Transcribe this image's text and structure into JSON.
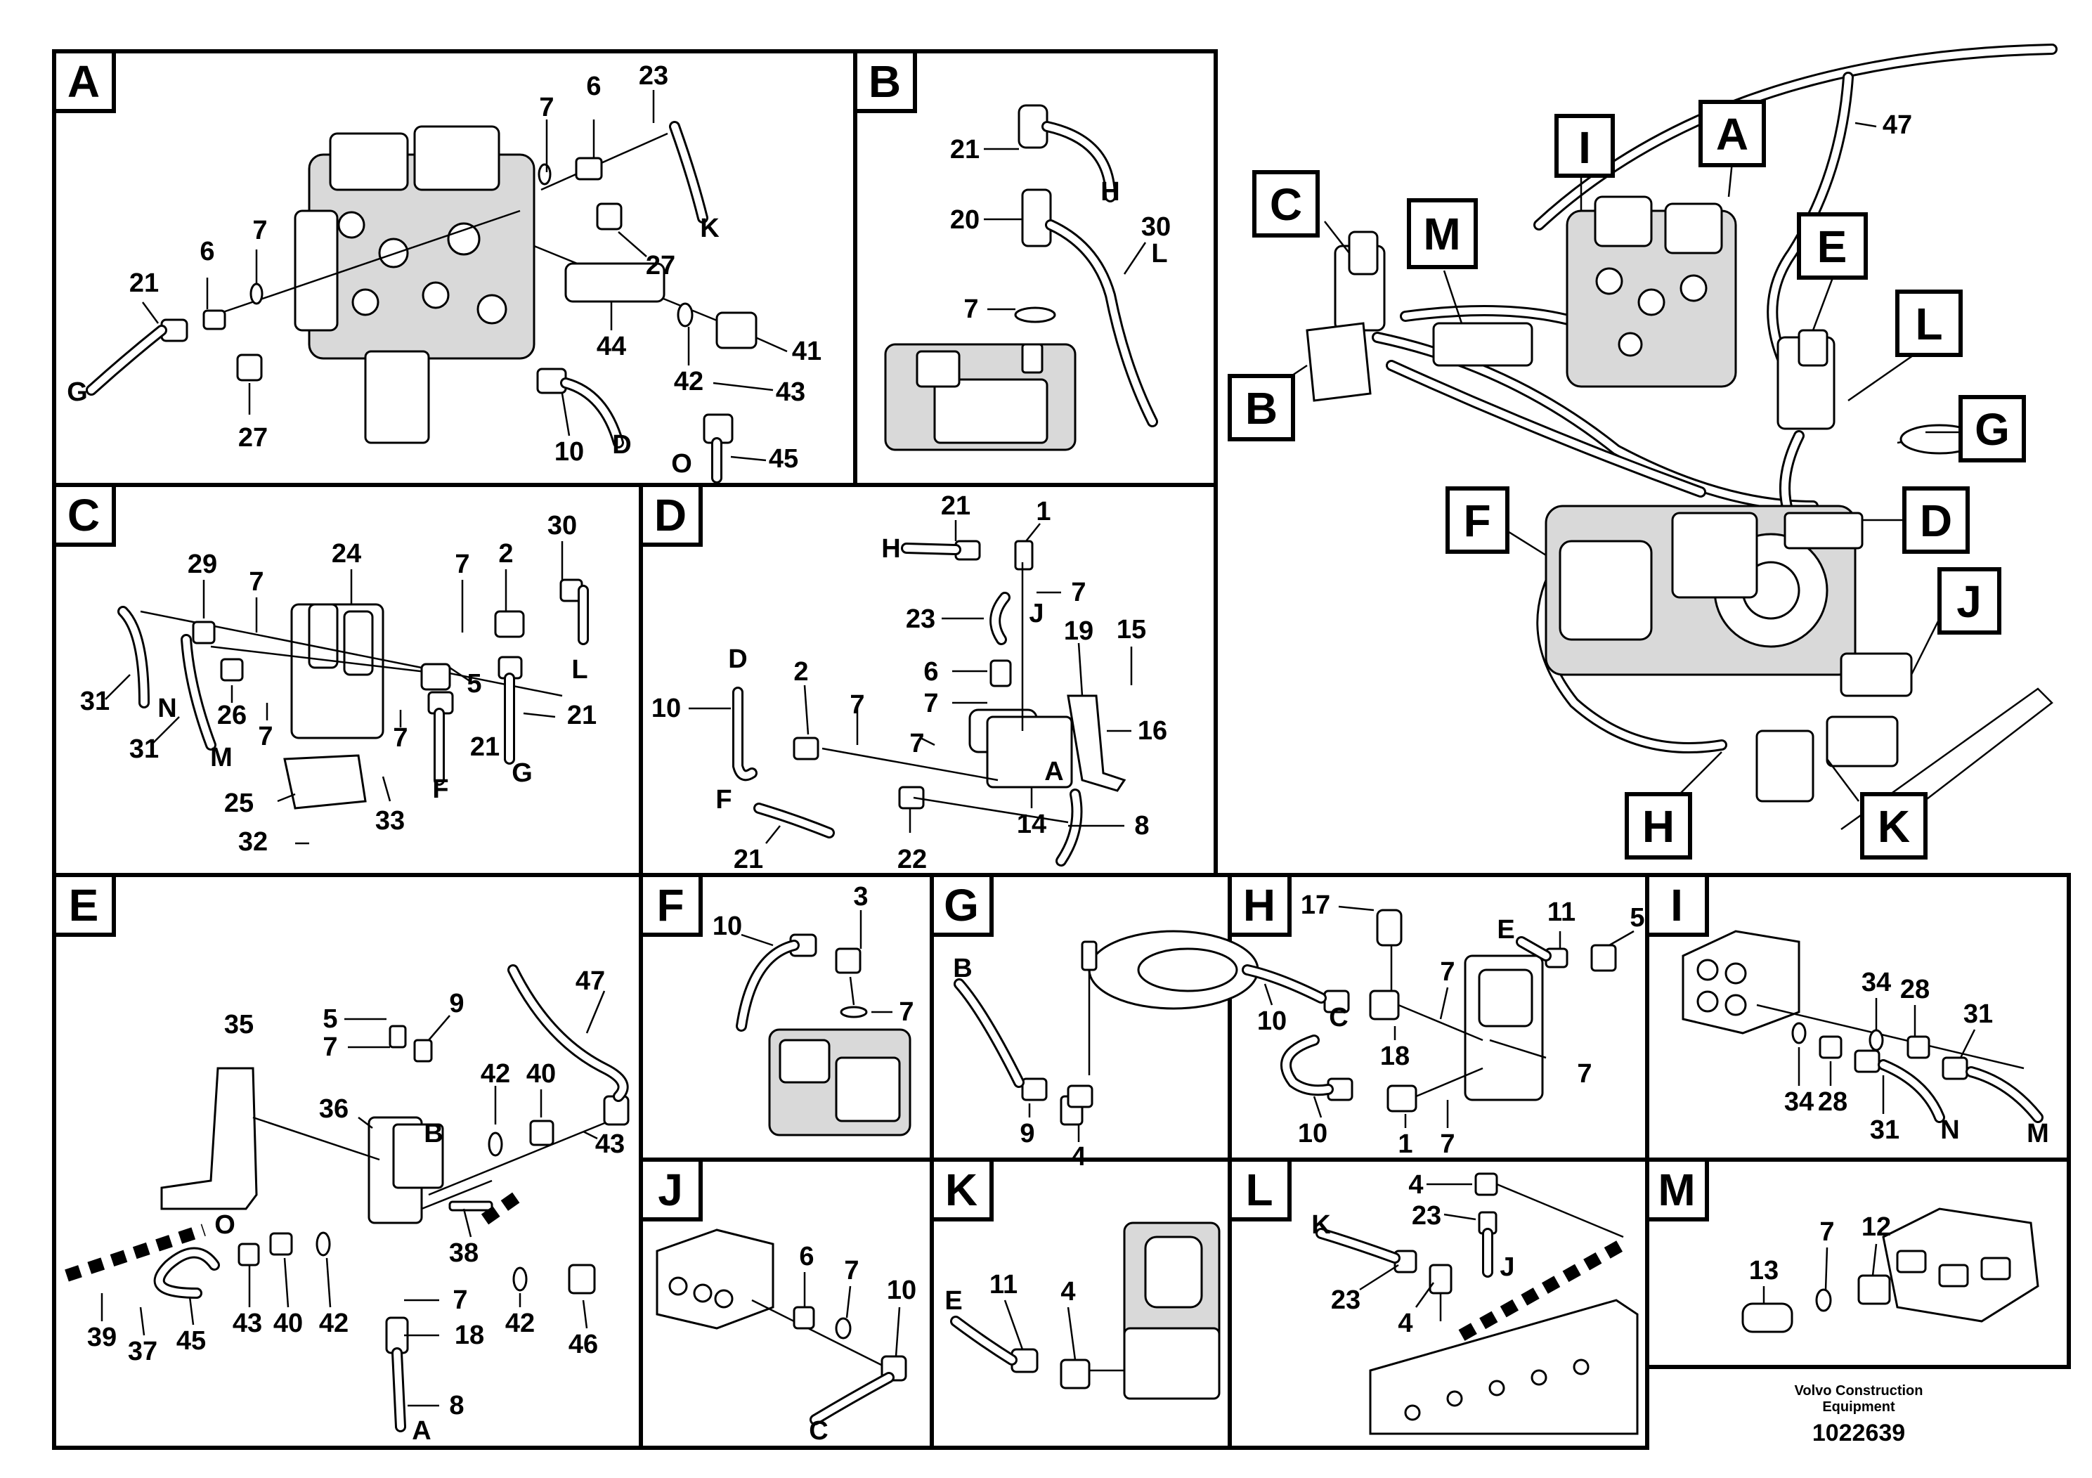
{
  "panel_tags": {
    "A": "A",
    "B": "B",
    "C": "C",
    "D": "D",
    "E": "E",
    "F": "F",
    "G": "G",
    "H": "H",
    "I": "I",
    "J": "J",
    "K": "K",
    "L": "L",
    "M": "M"
  },
  "overview_tags": [
    "C",
    "M",
    "I",
    "A",
    "E",
    "L",
    "G",
    "D",
    "F",
    "J",
    "B",
    "H",
    "K"
  ],
  "overview_labels": {
    "n47": "47"
  },
  "panel_a": {
    "labels": [
      "7",
      "6",
      "23",
      "7",
      "6",
      "21",
      "27",
      "44",
      "41",
      "42",
      "43",
      "27",
      "10",
      "45"
    ],
    "letters": [
      "K",
      "G",
      "D",
      "O"
    ]
  },
  "panel_b": {
    "labels": [
      "21",
      "20",
      "30",
      "7"
    ],
    "letters": [
      "H",
      "L"
    ]
  },
  "panel_c": {
    "labels": [
      "29",
      "24",
      "7",
      "2",
      "30",
      "7",
      "5",
      "21",
      "31",
      "26",
      "7",
      "31",
      "7",
      "21",
      "25",
      "33",
      "32"
    ],
    "letters": [
      "N",
      "M",
      "F",
      "G",
      "L"
    ]
  },
  "panel_d": {
    "labels": [
      "21",
      "1",
      "7",
      "23",
      "19",
      "15",
      "6",
      "7",
      "10",
      "2",
      "7",
      "7",
      "16",
      "14",
      "8",
      "21",
      "22"
    ],
    "letters": [
      "H",
      "J",
      "D",
      "A",
      "F"
    ]
  },
  "panel_e": {
    "labels": [
      "47",
      "35",
      "5",
      "9",
      "7",
      "36",
      "42",
      "40",
      "43",
      "38",
      "42",
      "46",
      "7",
      "18",
      "8",
      "39",
      "37",
      "45",
      "43",
      "40",
      "42"
    ],
    "letters": [
      "B",
      "O",
      "A"
    ]
  },
  "panel_f": {
    "labels": [
      "3",
      "10",
      "7"
    ]
  },
  "panel_g": {
    "labels": [
      "9",
      "4"
    ],
    "letters": [
      "B"
    ]
  },
  "panel_h": {
    "labels": [
      "17",
      "11",
      "5",
      "7",
      "10",
      "18",
      "7",
      "10",
      "1",
      "7"
    ],
    "letters": [
      "E",
      "C"
    ]
  },
  "panel_i": {
    "labels": [
      "34",
      "28",
      "31",
      "34",
      "28",
      "31"
    ],
    "letters": [
      "N",
      "M"
    ]
  },
  "panel_j": {
    "labels": [
      "6",
      "7",
      "10"
    ],
    "letters": [
      "C"
    ]
  },
  "panel_k": {
    "labels": [
      "11",
      "4"
    ],
    "letters": [
      "E"
    ]
  },
  "panel_l": {
    "labels": [
      "4",
      "23",
      "23",
      "4"
    ],
    "letters": [
      "K",
      "J"
    ]
  },
  "panel_m": {
    "labels": [
      "7",
      "12",
      "13"
    ]
  },
  "footer": {
    "company_line1": "Volvo Construction",
    "company_line2": "Equipment",
    "drawing_number": "1022639"
  }
}
